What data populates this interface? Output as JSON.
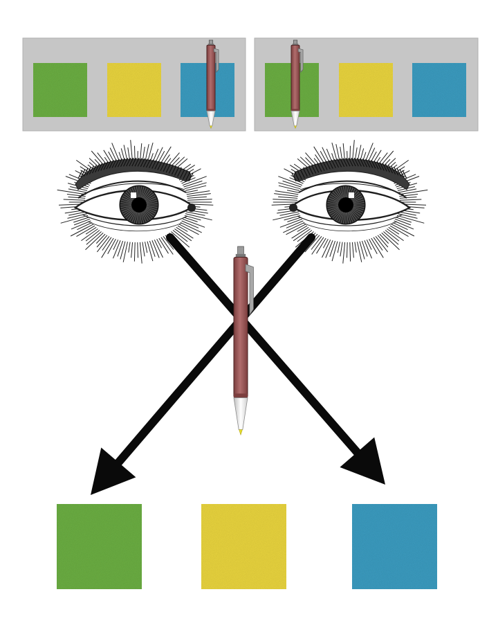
{
  "colors": {
    "background": "#ffffff",
    "panel": "#c6c6c6",
    "panel_border": "#b0b0b0",
    "green": "#6db045",
    "yellow": "#ecd73f",
    "blue": "#3d9ec2",
    "arrow": "#0a0a0a",
    "pen_body": "#b06d6d",
    "pen_shade": "#7c3e3e",
    "pen_metal": "#9a9a9a",
    "pen_tip": "#f2f2f2",
    "pen_ink": "#e7df2c",
    "eye_ink": "#1e1e1e"
  },
  "views": [
    {
      "name": "right-eye-view",
      "squares": [
        "green",
        "yellow",
        "blue"
      ],
      "pen_over_square": 3
    },
    {
      "name": "left-eye-view",
      "squares": [
        "green",
        "yellow",
        "blue"
      ],
      "pen_over_square": 1
    }
  ],
  "eyes": [
    {
      "name": "left-eye",
      "icon": "engraved-eye-icon"
    },
    {
      "name": "right-eye",
      "icon": "engraved-eye-icon"
    }
  ],
  "bottom_squares": [
    "green",
    "yellow",
    "blue"
  ]
}
